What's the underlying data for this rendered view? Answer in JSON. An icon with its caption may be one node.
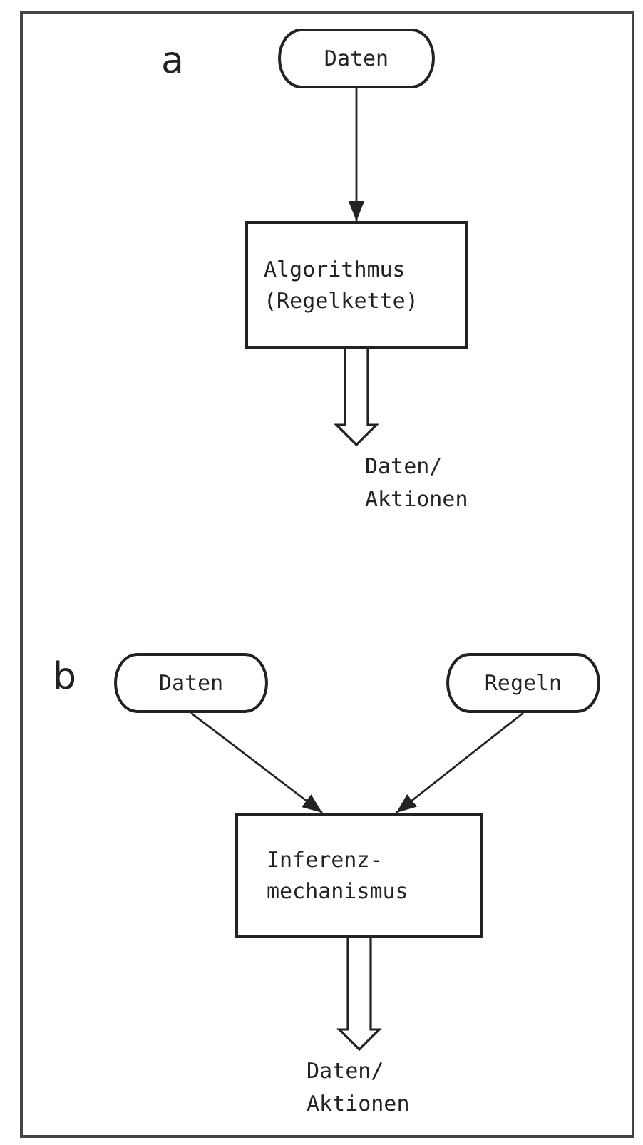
{
  "diagram": {
    "nodes": [
      {
        "text": [
          "Daten"
        ]
      },
      {
        "text": [
          "Algorithmus (Regelkette)"
        ]
      },
      {
        "text": [
          "Daten/ Aktionen"
        ]
      },
      {
        "text": [
          "Daten"
        ]
      },
      {
        "text": [
          "Regeln"
        ]
      },
      {
        "text": [
          "Inferenz- mechanismus"
        ]
      },
      {
        "text": [
          "Daten/ Aktionen"
        ]
      }
    ],
    "edges": [
      {
        "from": 0,
        "to": 1,
        "arrow": "to"
      },
      {
        "from": 1,
        "to": 2,
        "arrow": "to",
        "style": "thick"
      },
      {
        "from": 3,
        "to": 5,
        "arrow": "to"
      },
      {
        "from": 4,
        "to": 5,
        "arrow": "to"
      },
      {
        "from": 5,
        "to": 6,
        "arrow": "to",
        "style": "thick"
      }
    ],
    "labels": [
      "a",
      "b"
    ]
  }
}
